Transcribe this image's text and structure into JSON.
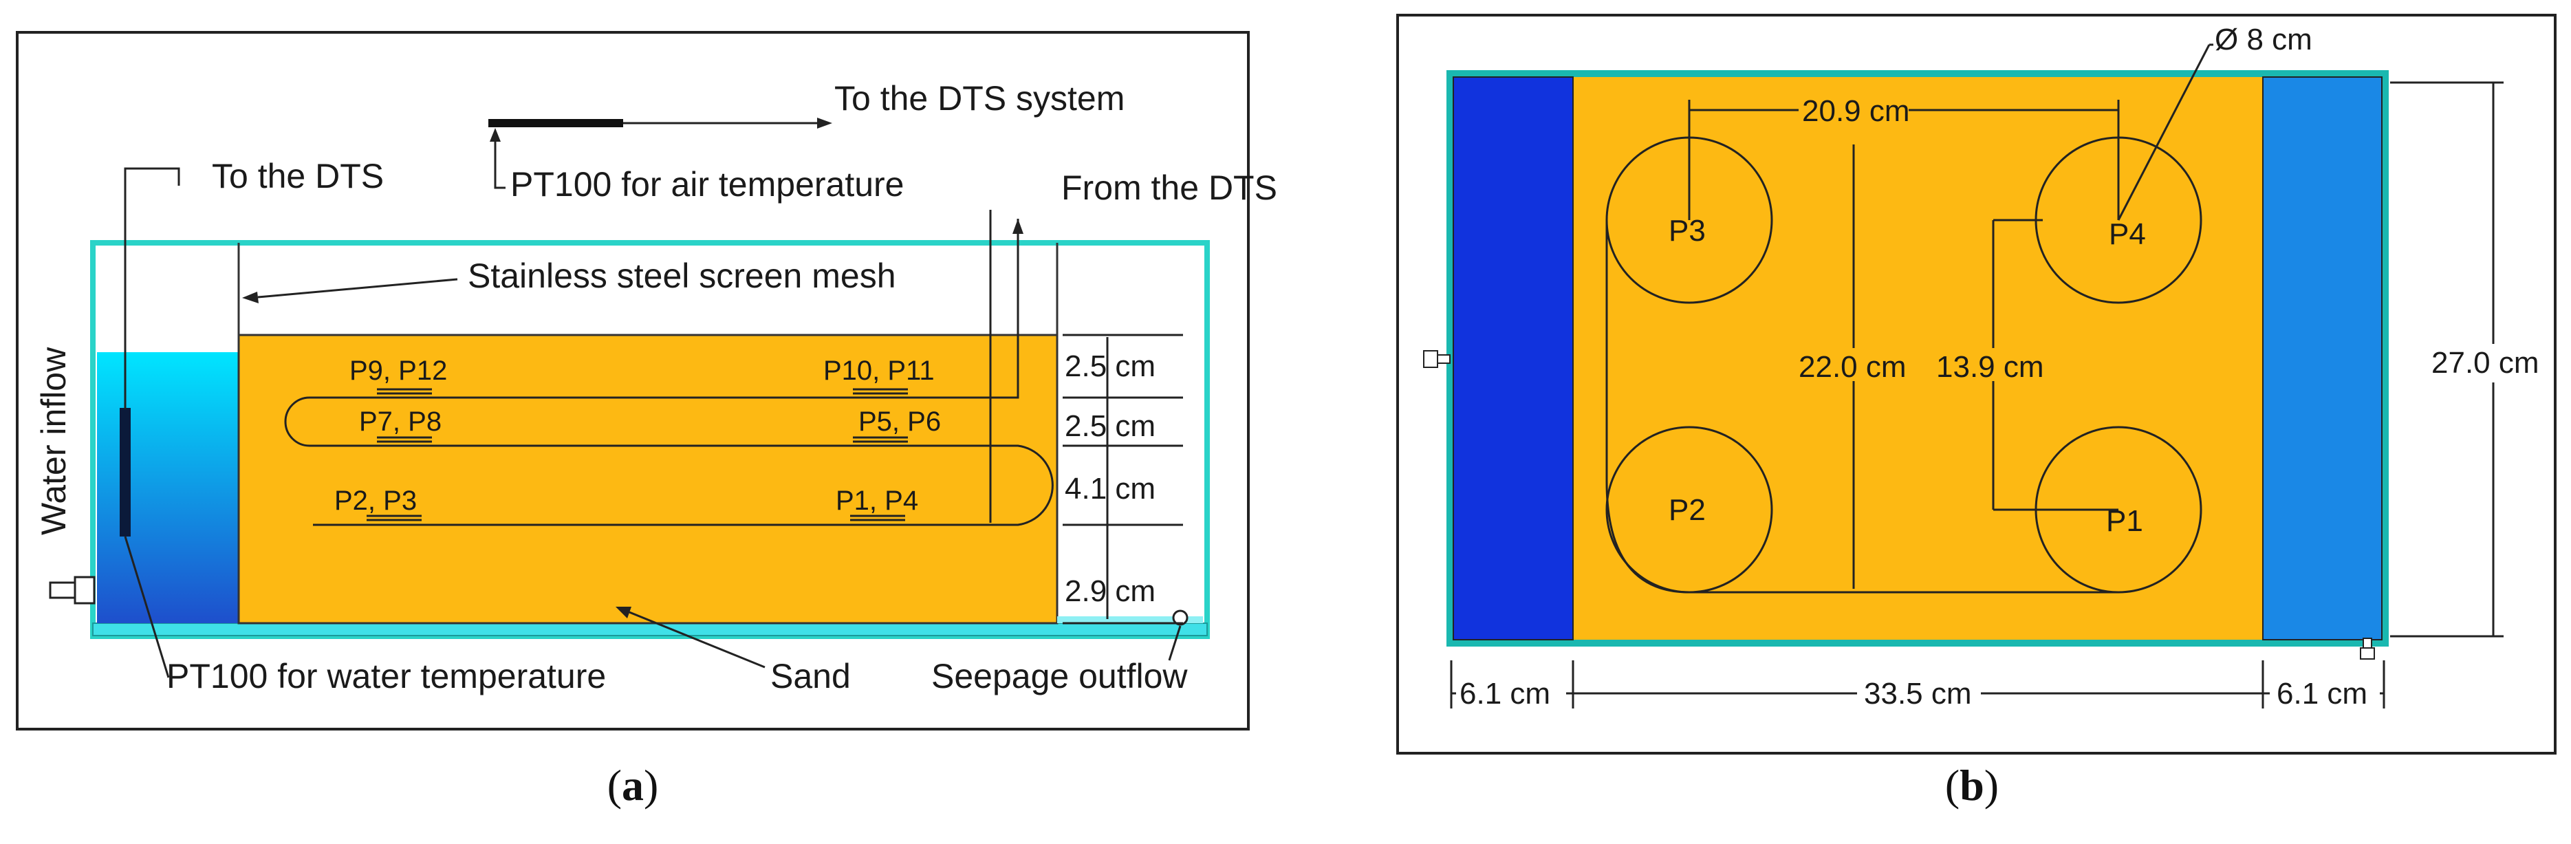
{
  "panel_a": {
    "caption_open": "(",
    "caption_letter": "a",
    "caption_close": ")",
    "labels": {
      "to_dts_system": "To the DTS system",
      "pt100_air": "PT100 for air temperature",
      "to_dts": "To the DTS",
      "from_dts": "From the DTS",
      "screen_mesh": "Stainless steel screen mesh",
      "water_inflow": "Water inflow",
      "pt100_water": "PT100 for water temperature",
      "sand": "Sand",
      "seepage_outflow": "Seepage outflow"
    },
    "sensors": {
      "p9_p12": "P9, P12",
      "p10_p11": "P10, P11",
      "p7_p8": "P7, P8",
      "p5_p6": "P5, P6",
      "p2_p3": "P2, P3",
      "p1_p4": "P1, P4"
    },
    "dimensions": {
      "d1": "2.5 cm",
      "d2": "2.5 cm",
      "d3": "4.1 cm",
      "d4": "2.9 cm"
    }
  },
  "panel_b": {
    "caption_open": "(",
    "caption_letter": "b",
    "caption_close": ")",
    "circles": {
      "p1": "P1",
      "p2": "P2",
      "p3": "P3",
      "p4": "P4"
    },
    "dimensions": {
      "diameter": "Ø 8 cm",
      "spacing_x": "20.9 cm",
      "height_inner": "22.0 cm",
      "spacing_y": "13.9 cm",
      "height_total": "27.0 cm",
      "left_width": "6.1 cm",
      "middle_width": "33.5 cm",
      "right_width": "6.1 cm"
    }
  },
  "colors": {
    "sand": "#FDB913",
    "water_top": "#00E5FF",
    "water_bottom": "#1E5BD0",
    "frame": "#40E0D0",
    "blue_left": "#1133DD",
    "blue_right": "#1A88E6",
    "sensor_probe": "#0B1A3A"
  }
}
